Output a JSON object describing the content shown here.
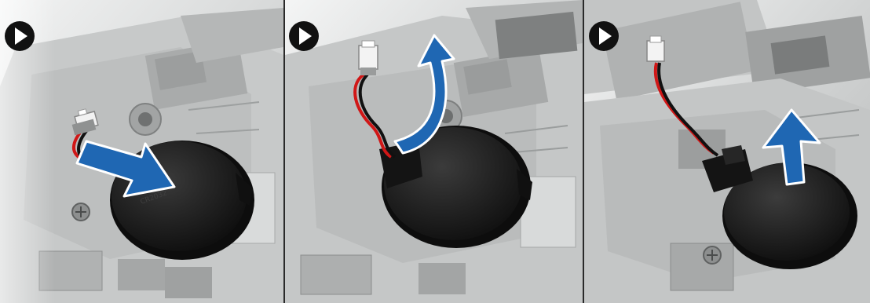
{
  "figure": {
    "panels": [
      {
        "step_icon": "play-step-icon",
        "action": "disconnect-coin-cell-cable",
        "arrow_icon": "arrow-right-down-icon"
      },
      {
        "step_icon": "play-step-icon",
        "action": "route-cable-out",
        "arrow_icon": "arrow-curved-up-icon"
      },
      {
        "step_icon": "play-step-icon",
        "action": "lift-coin-cell-battery",
        "arrow_icon": "arrow-up-icon"
      }
    ],
    "colors": {
      "arrow_blue": "#1f67b3",
      "battery_black": "#171717",
      "chassis_gray": "#c9cbcb",
      "step_icon_black": "#111111"
    }
  }
}
